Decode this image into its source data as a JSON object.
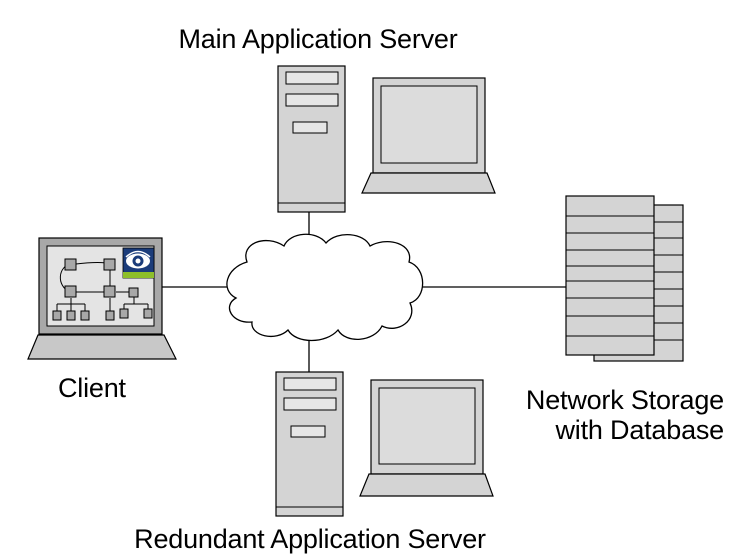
{
  "diagram": {
    "labels": {
      "main_server": "Main Application Server",
      "client": "Client",
      "storage_line1": "Network Storage",
      "storage_line2": "with Database",
      "redundant_server": "Redundant Application Server"
    },
    "nodes": [
      "network-cloud",
      "client-laptop",
      "main-server-tower",
      "main-server-monitor",
      "storage-array",
      "redundant-server-tower",
      "redundant-server-monitor"
    ],
    "connections": [
      {
        "from": "network-cloud",
        "to": "client-laptop"
      },
      {
        "from": "network-cloud",
        "to": "main-server-tower"
      },
      {
        "from": "network-cloud",
        "to": "storage-array"
      },
      {
        "from": "network-cloud",
        "to": "redundant-server-tower"
      }
    ],
    "colors": {
      "line": "#000000",
      "device_fill": "#d4d4d4",
      "device_dark": "#a8a8a8",
      "screen": "#dcdcdc",
      "cloud": "#ffffff",
      "app_icon_bg": "#1b3c7a",
      "app_icon_bar": "#8dbf2a"
    }
  }
}
